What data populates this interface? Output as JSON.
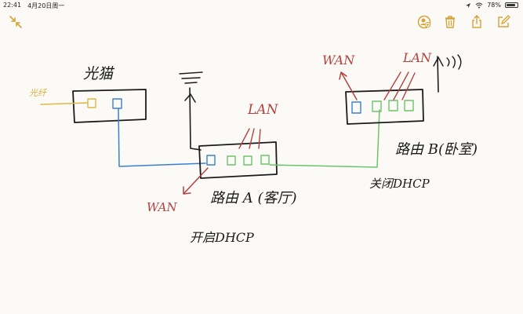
{
  "status_bar": {
    "time": "22:41",
    "date": "4月20日周一",
    "battery": "78%",
    "battery_level": 0.78
  },
  "toolbar": {
    "icons": [
      "collapse-arrows-icon",
      "add-person-icon",
      "trash-icon",
      "share-icon",
      "compose-icon"
    ],
    "accent_color": "#d6a236"
  },
  "diagram": {
    "labels": {
      "optical_modem": "光猫",
      "fiber": "光纤",
      "router_a": "路由 A (客厅)",
      "router_b": "路由 B(卧室)",
      "lan_a": "LAN",
      "lan_b": "LAN",
      "wan_a": "WAN",
      "wan_b": "WAN",
      "dhcp_on": "开启DHCP",
      "dhcp_off": "关闭DHCP"
    },
    "colors": {
      "ink": "#1b1b1b",
      "red": "#b5413f",
      "blue": "#3a7fd0",
      "green": "#6cc46a",
      "yellow": "#e0b840"
    }
  }
}
